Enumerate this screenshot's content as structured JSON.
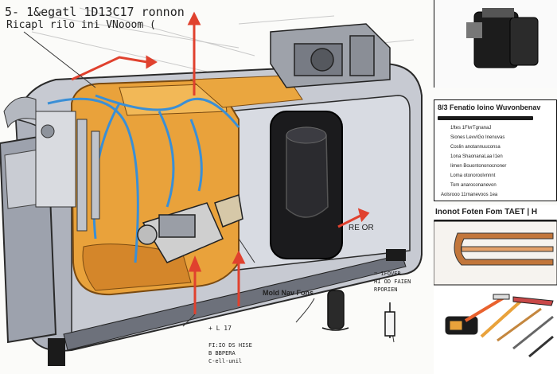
{
  "header": {
    "line1": "5- 1&egatl 1D13C17 ronnon",
    "line2": "Ricapl rilo ini VNooom ("
  },
  "labels": {
    "reconn": "RE OR",
    "mold_new": "Mold Nav Fons",
    "small_bottom_1": "+ L 17",
    "small_bottom_2": "FI:IO DS HISE",
    "small_bottom_3": "B BBPERA",
    "small_bottom_4": "C-ell-unil",
    "small_mid_1": "= 1FOVER",
    "small_mid_2": "HI OD FAIEN",
    "small_mid_3": "RPORIEN"
  },
  "spec_panel": {
    "heading": "8/3 Fenatio Ioino Wuvonbenav",
    "lines": [
      "1ftes 1FlvrTgnanaJ",
      "Siones LevvIGo Inenuvas",
      "Coslin anotannuuconsa",
      "1ona ShaonanaLaa I1en",
      "Iimen Bouontononocnoner",
      "Loma otonoroolvnnnt",
      "Tom anaroconanevon",
      "Aolsrooo 11rnanevoos 1ea"
    ]
  },
  "tools_panel": {
    "heading": "Inonot Foten Fom TAET | H"
  },
  "colors": {
    "accent_red": "#e0412e",
    "orange": "#e9a23b",
    "blue": "#3a8fd6",
    "steel": "#b9bdc6"
  }
}
